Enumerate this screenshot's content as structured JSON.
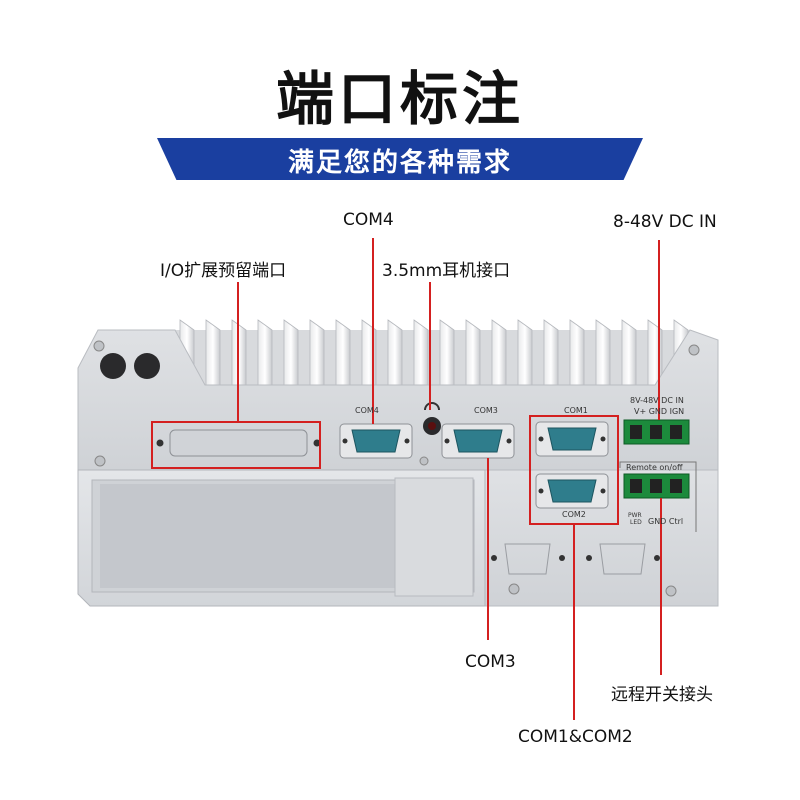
{
  "header": {
    "title": "端口标注",
    "subtitle": "满足您的各种需求"
  },
  "callouts": {
    "com4": "COM4",
    "io_expansion": "I/O扩展预留端口",
    "audio_jack": "3.5mm耳机接口",
    "dc_in": "8-48V DC IN",
    "com3": "COM3",
    "remote_switch": "远程开关接头",
    "com1_com2": "COM1&COM2"
  },
  "panel_labels": {
    "com4": "COM4",
    "com3": "COM3",
    "com1": "COM1",
    "com2": "COM2",
    "dc_in_line1": "8V-48V DC IN",
    "dc_in_line2": "V+ GND IGN",
    "remote_line1": "Remote on/off",
    "pwr": "PWR",
    "led": "LED",
    "gnd_ctrl": "GND Ctrl"
  },
  "colors": {
    "accent_red": "#d42020",
    "banner_blue": "#1a3fa0"
  }
}
